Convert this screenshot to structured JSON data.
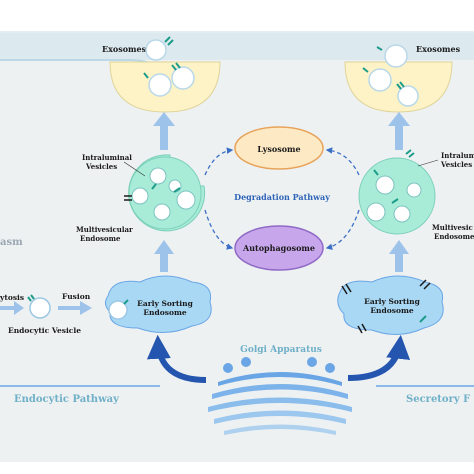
{
  "labels": {
    "exosomes_left": "Exosomes",
    "exosomes_right": "Exosomes",
    "intraluminal_left_line1": "Intraluminal",
    "intraluminal_left_line2": "Vesicles",
    "intraluminal_right_line1": "Intralumin",
    "intraluminal_right_line2": "Vesicles",
    "mve_left_line1": "Multivesicular",
    "mve_left_line2": "Endosome",
    "mve_right_line1": "Multivesic",
    "mve_right_line2": "Endosome",
    "lysosome": "Lysosome",
    "degradation_pathway": "Degradation Pathway",
    "autophagosome": "Autophagosome",
    "cytoplasm_fragment": "asm",
    "endocytosis_fragment": "ytosis",
    "fusion": "Fusion",
    "endocytic_vesicle": "Endocytic Vesicle",
    "early_sorting_left_line1": "Early Sorting",
    "early_sorting_left_line2": "Endosome",
    "early_sorting_right_line1": "Early Sorting",
    "early_sorting_right_line2": "Endosome",
    "golgi": "Golgi Apparatus",
    "endocytic_pathway": "Endocytic Pathway",
    "secretory_fragment": "Secretory F"
  },
  "colors": {
    "cell_bg": "#eef1f2",
    "membrane": "#cde6f2",
    "exosome_fill": "#fdf3c6",
    "mve_fill": "#a8ecd8",
    "endosome_fill": "#a9d8f5",
    "lysosome_fill": "#fde9c4",
    "lysosome_stroke": "#e8a35a",
    "autophagosome_fill": "#c8a6ec",
    "arrow": "#9dc3ea",
    "dashed": "#3b6fc6",
    "golgi": "#6aa6e6",
    "curved_arrow": "#2456b0"
  }
}
